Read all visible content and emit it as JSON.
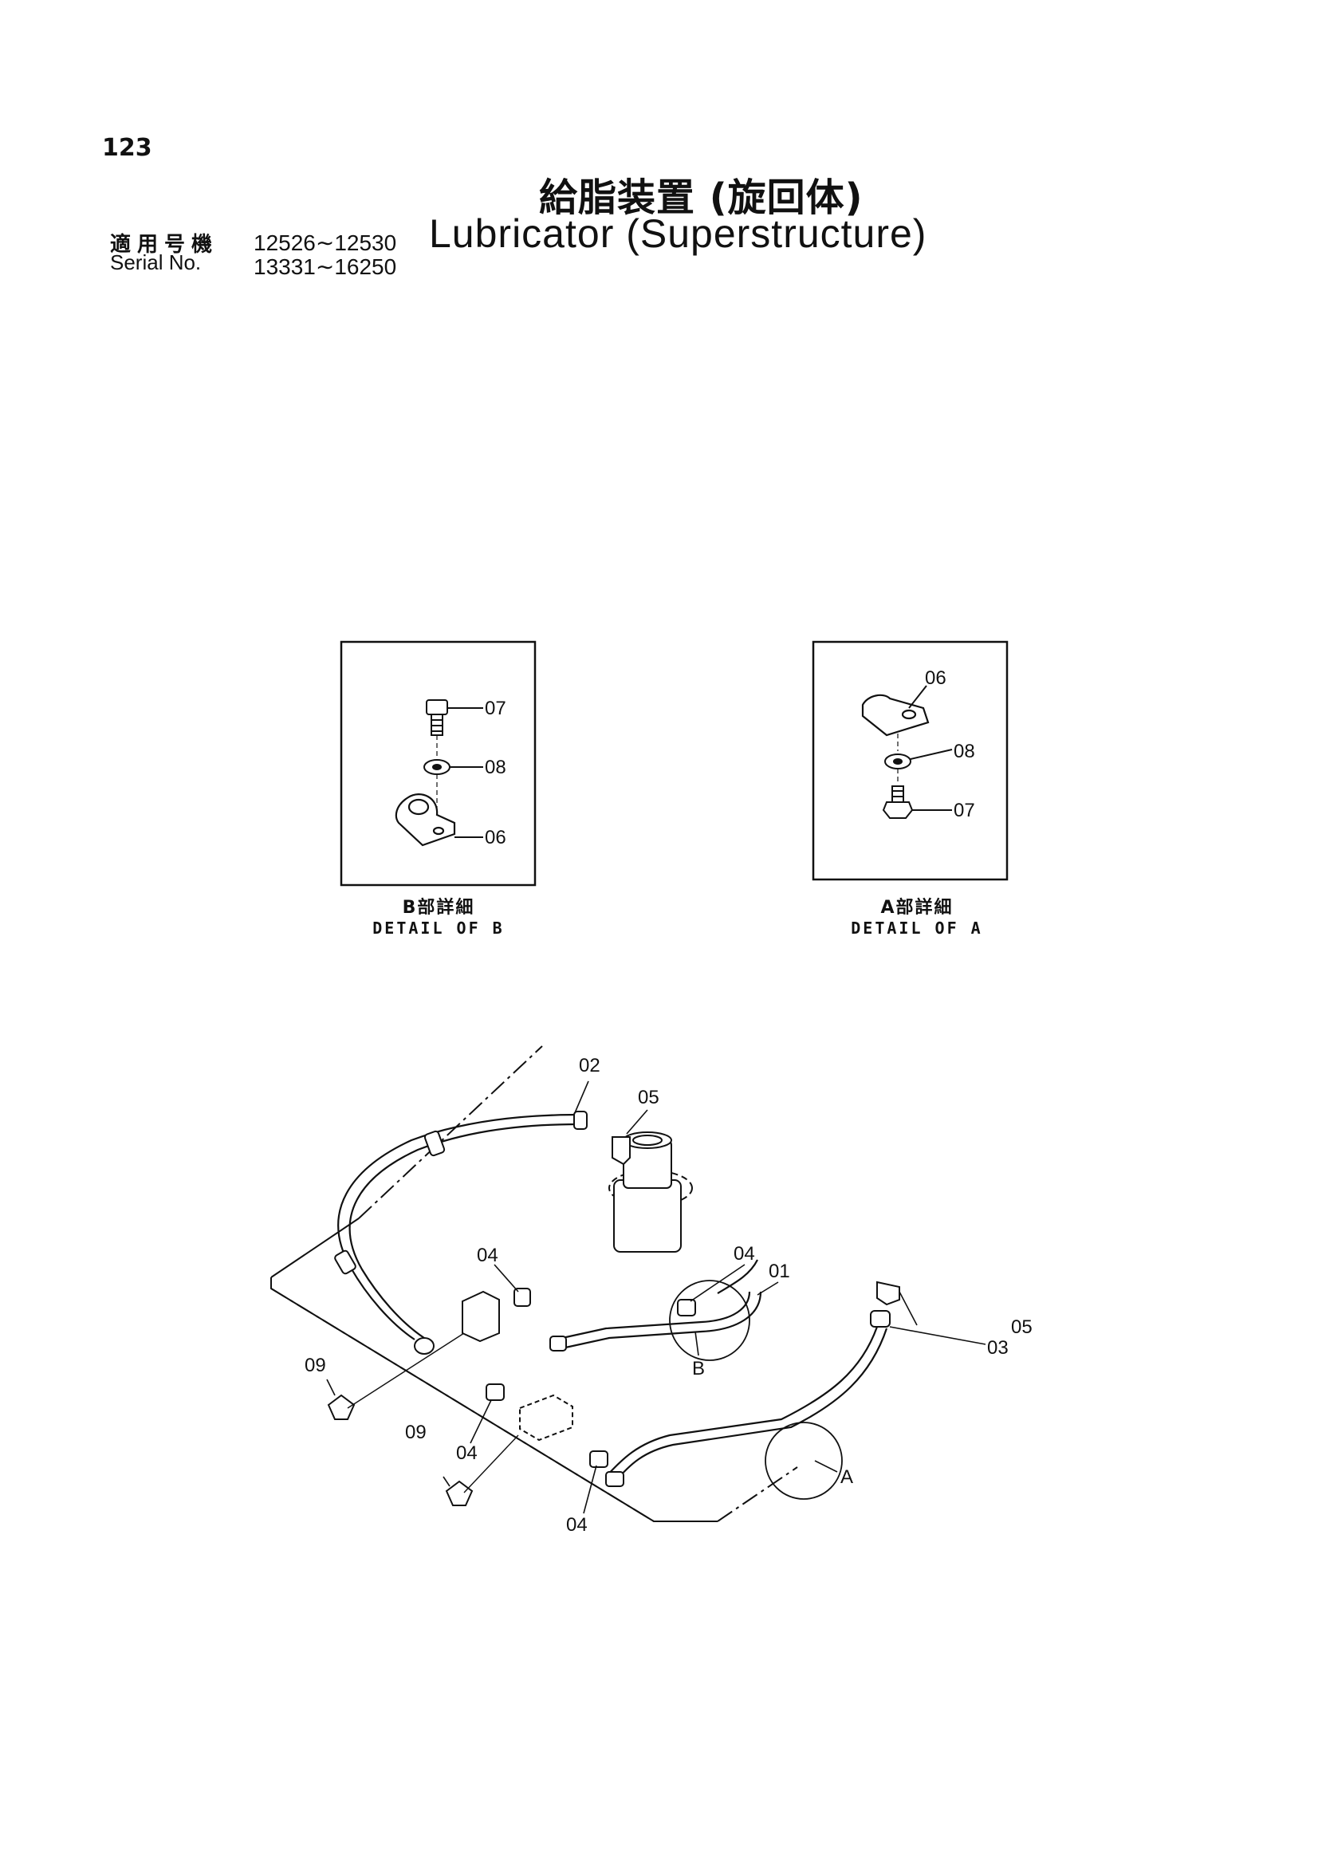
{
  "page_number": "123",
  "title_jp": "給脂装置 (旋回体)",
  "title_en": "Lubricator (Superstructure)",
  "serial": {
    "label_jp": "適用号機",
    "label_en": "Serial No.",
    "range_1": "12526∼12530",
    "range_2": "13331∼16250"
  },
  "detail_b": {
    "caption_jp": "B部詳細",
    "caption_en": "DETAIL OF B",
    "callouts": [
      "07",
      "08",
      "06"
    ]
  },
  "detail_a": {
    "caption_jp": "A部詳細",
    "caption_en": "DETAIL OF A",
    "callouts": [
      "06",
      "08",
      "07"
    ]
  },
  "main_diagram": {
    "callouts": [
      "02",
      "05",
      "04",
      "04",
      "01",
      "05",
      "03",
      "09",
      "09",
      "04",
      "04",
      "B",
      "A"
    ]
  }
}
